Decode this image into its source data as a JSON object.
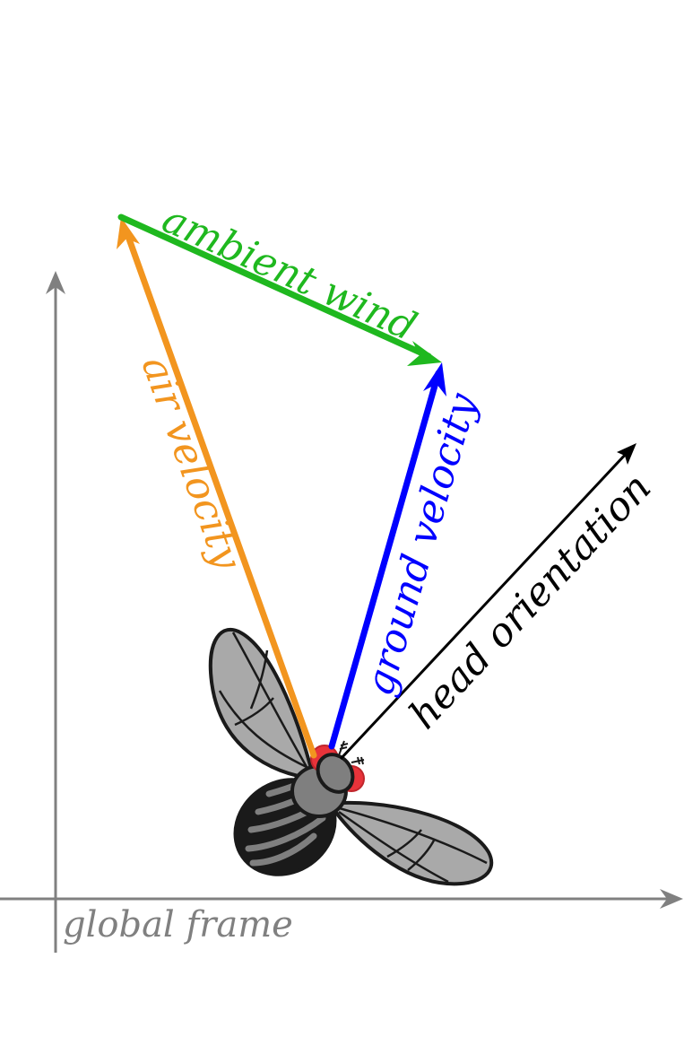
{
  "labels": {
    "ambient_wind": "ambient wind",
    "air_velocity": "air velocity",
    "ground_velocity": "ground velocity",
    "head_orientation": "head orientation",
    "global_frame": "global frame"
  },
  "colors": {
    "ambient_wind": "#1fb81f",
    "air_velocity": "#f2951f",
    "ground_velocity": "#0000ff",
    "head_orientation": "#000000",
    "global_frame": "#808080",
    "fly_eye": "#e8333a",
    "fly_body": "#7f7f7f",
    "fly_wing": "#a9a9a9"
  },
  "icons": {
    "fly": "fruit-fly-icon"
  }
}
